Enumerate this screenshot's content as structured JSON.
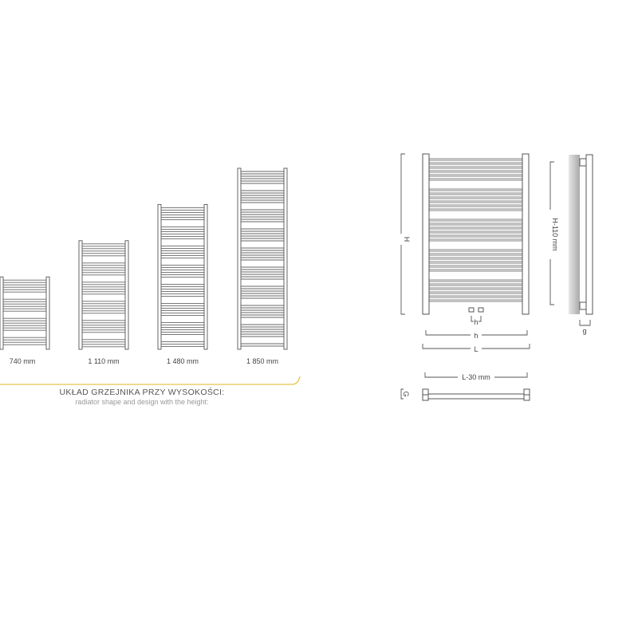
{
  "heights_section": {
    "radiators": [
      {
        "label": "740 mm",
        "height_mm": 740
      },
      {
        "label": "1 110 mm",
        "height_mm": 1110
      },
      {
        "label": "1 480 mm",
        "height_mm": 1480
      },
      {
        "label": "1 850 mm",
        "height_mm": 1850
      }
    ],
    "title": "UKŁAD GRZEJNIKA PRZY WYSOKOŚCI:",
    "subtitle": "radiator shape and design with the height:",
    "accent_color": "#e8c54a"
  },
  "dimensions": {
    "H": "H",
    "h_connection": "h",
    "h": "h",
    "L": "L",
    "H_minus": "H-110 mm",
    "g": "g",
    "L_minus": "L-30 mm",
    "G": "G"
  }
}
